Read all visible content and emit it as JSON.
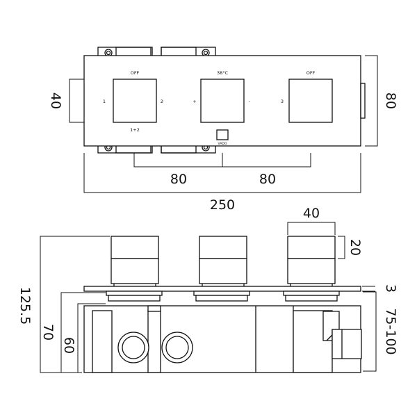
{
  "front_view": {
    "control_labels": {
      "left_top": "OFF",
      "left_left": "1",
      "left_right": "2",
      "left_bottom": "1+2",
      "middle_top": "38°C",
      "middle_left": "+",
      "middle_right": "-",
      "right_top": "OFF",
      "right_left": "3"
    },
    "logo_text": "VADO"
  },
  "dimensions": {
    "knob_spacing_left": "80",
    "knob_spacing_right": "80",
    "overall_width": "250",
    "plate_height": "80",
    "knob_size": "40",
    "knob_width_side": "40",
    "knob_depth": "20",
    "total_depth": "125.5",
    "body_depth": "70",
    "body_inner_depth": "60",
    "plate_thickness": "3",
    "wall_range": "75-100"
  }
}
